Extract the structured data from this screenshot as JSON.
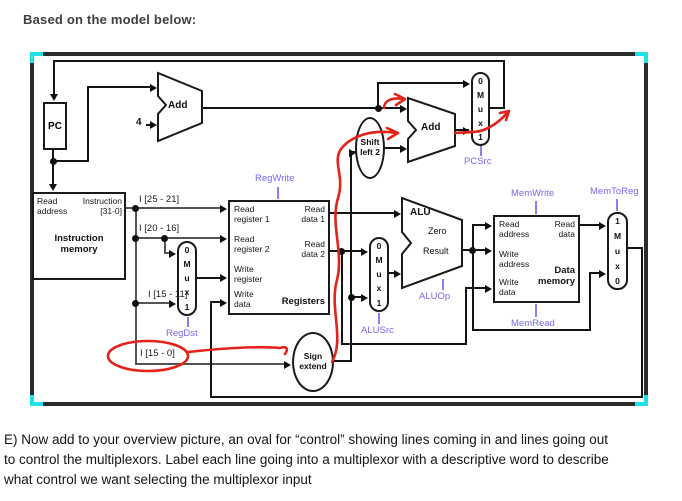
{
  "title": "Based on the model below:",
  "question_text": "E) Now add to your overview picture, an oval for “control” showing lines coming in and lines going out\nto control the multiplexors. Label each line going into a multiplexor with a descriptive word to describe\nwhat control we want selecting the multiplexor input",
  "diagram": {
    "pc_label": "PC",
    "adder1_label": "Add",
    "adder2_label": "Add",
    "constant_four": "4",
    "alu": {
      "label": "ALU",
      "zero": "Zero",
      "result": "Result"
    },
    "shift_left_2": "Shift\nleft 2",
    "sign_extend": "Sign\nextend",
    "instruction_memory": {
      "read_address": "Read\naddress",
      "instruction_bus": "Instruction\n[31-0]",
      "title": "Instruction\nmemory"
    },
    "registers": {
      "read_register_1": "Read\nregister 1",
      "read_register_2": "Read\nregister 2",
      "write_register": "Write\nregister",
      "write_data": "Write\ndata",
      "read_data_1": "Read\ndata 1",
      "read_data_2": "Read\ndata 2",
      "title": "Registers"
    },
    "data_memory": {
      "read_address": "Read\naddress",
      "write_address": "Write\naddress",
      "write_data": "Write\ndata",
      "read_data": "Read\ndata",
      "title": "Data\nmemory"
    },
    "instruction_fields": {
      "i_25_21": "I [25 - 21]",
      "i_20_16": "I [20 - 16]",
      "i_15_11": "I [15 - 11]",
      "i_15_0": "I [15 - 0]"
    },
    "control_signals": {
      "regwrite": "RegWrite",
      "regdst": "RegDst",
      "alusrc": "ALUSrc",
      "aluop": "ALUOp",
      "memwrite": "MemWrite",
      "memread": "MemRead",
      "memtoreg": "MemToReg",
      "pcsrc": "PCSrc"
    },
    "muxes": {
      "pcsrc": [
        "0",
        "M",
        "u",
        "x",
        "1"
      ],
      "regdst": [
        "0",
        "M",
        "u",
        "x",
        "1"
      ],
      "alusrc": [
        "0",
        "M",
        "u",
        "x",
        "1"
      ],
      "memtoreg": [
        "1",
        "M",
        "u",
        "x",
        "0"
      ]
    }
  },
  "colors": {
    "control_signal_label": "#7668f5",
    "annotation_red": "#e3231a",
    "selection_handle": "#1ee0e6",
    "figure_border": "#2b2b2b"
  }
}
